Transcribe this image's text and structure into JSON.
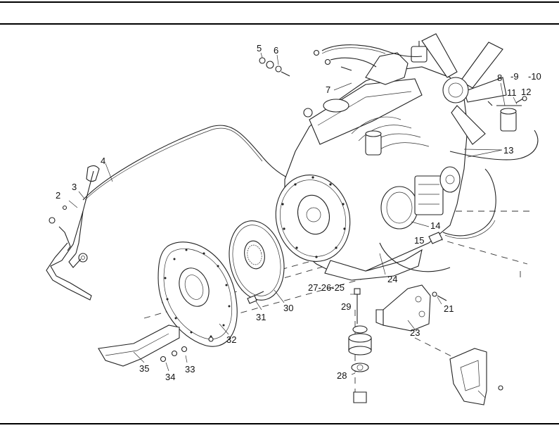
{
  "figure": {
    "title": "",
    "callouts": [
      {
        "id": "c2",
        "label": "2"
      },
      {
        "id": "c3",
        "label": "3"
      },
      {
        "id": "c4",
        "label": "4"
      },
      {
        "id": "c5",
        "label": "5"
      },
      {
        "id": "c6",
        "label": "6"
      },
      {
        "id": "c7",
        "label": "7"
      },
      {
        "id": "c8",
        "label": "8"
      },
      {
        "id": "c9",
        "label": "-9"
      },
      {
        "id": "c10",
        "label": "-10"
      },
      {
        "id": "c11",
        "label": "11"
      },
      {
        "id": "c12",
        "label": "12"
      },
      {
        "id": "c13",
        "label": "13"
      },
      {
        "id": "c14",
        "label": "14"
      },
      {
        "id": "c15",
        "label": "15"
      },
      {
        "id": "c21",
        "label": "21"
      },
      {
        "id": "c23",
        "label": "23"
      },
      {
        "id": "c24",
        "label": "24"
      },
      {
        "id": "c25",
        "label": "27-26-25"
      },
      {
        "id": "c28",
        "label": "28"
      },
      {
        "id": "c29",
        "label": "29"
      },
      {
        "id": "c30",
        "label": "30"
      },
      {
        "id": "c31",
        "label": "31"
      },
      {
        "id": "c32",
        "label": "32"
      },
      {
        "id": "c33",
        "label": "33"
      },
      {
        "id": "c34",
        "label": "34"
      },
      {
        "id": "c35",
        "label": "35"
      }
    ]
  }
}
